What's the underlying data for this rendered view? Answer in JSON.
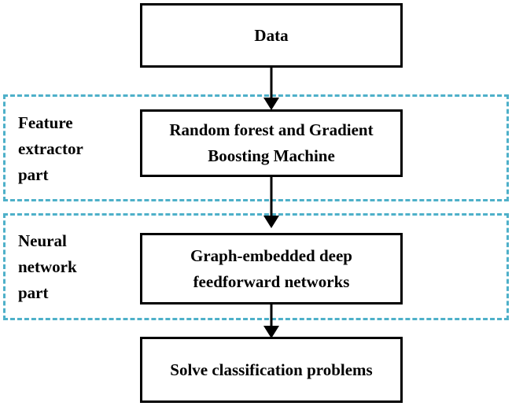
{
  "diagram": {
    "nodes": [
      {
        "id": "data",
        "label": "Data"
      },
      {
        "id": "feature",
        "label": "Random forest and Gradient Boosting Machine"
      },
      {
        "id": "neural",
        "label": "Graph-embedded deep feedforward networks"
      },
      {
        "id": "solve",
        "label": "Solve classification problems"
      }
    ],
    "groups": [
      {
        "id": "feature-group",
        "label": "Feature\nextractor\npart"
      },
      {
        "id": "neural-group",
        "label": "Neural\nnetwork\npart"
      }
    ],
    "edges": [
      {
        "from": "data",
        "to": "feature"
      },
      {
        "from": "feature",
        "to": "neural"
      },
      {
        "from": "neural",
        "to": "solve"
      }
    ],
    "colors": {
      "group_border": "#4eb0c9",
      "box_border": "#000000",
      "arrow": "#000000"
    }
  }
}
